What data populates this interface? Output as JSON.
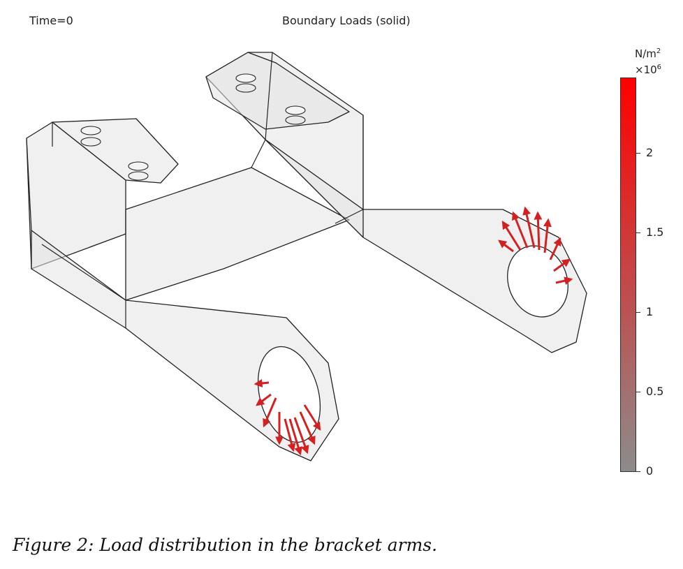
{
  "header": {
    "time_label": "Time=0",
    "title": "Boundary Loads (solid)"
  },
  "colorbar": {
    "unit": "N/m",
    "unit_power": "2",
    "multiplier": "×10",
    "multiplier_power": "6",
    "ticks": [
      "2",
      "1.5",
      "1",
      "0.5",
      "0"
    ],
    "color_max": "#ff0000",
    "color_min": "#8c8c8c"
  },
  "caption": "Figure 2: Load distribution in the bracket arms.",
  "scene": {
    "object": "bracket-model",
    "arrow_color": "#dd2222",
    "body_fill": "#e6e6e6",
    "edge_color": "#222222"
  }
}
